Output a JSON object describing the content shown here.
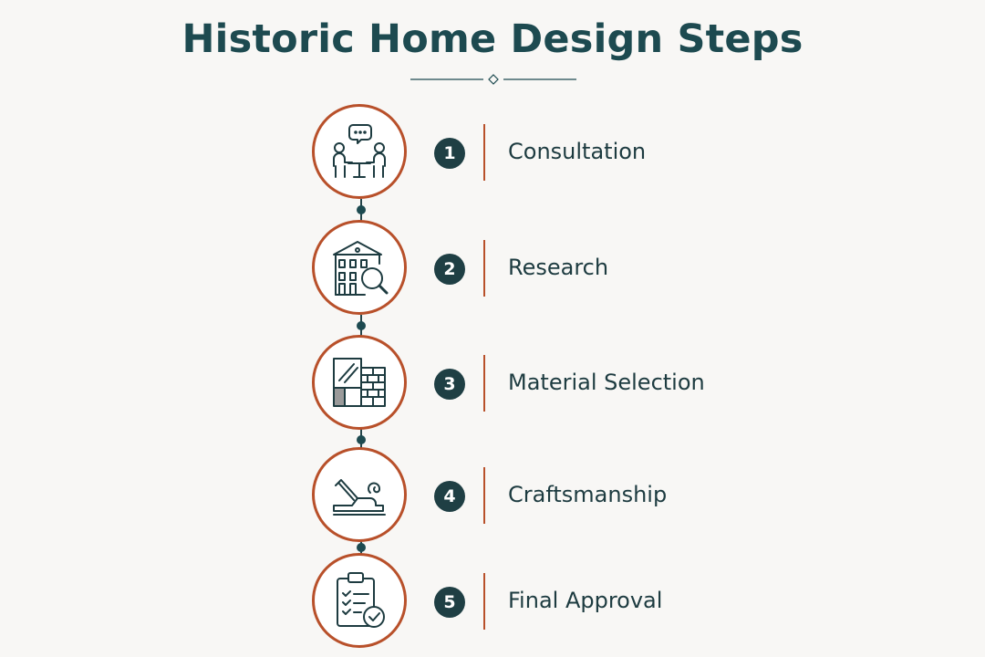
{
  "title": "Historic Home Design Steps",
  "colors": {
    "accent": "#b8502a",
    "dark": "#1d4a50",
    "background": "#f8f7f5"
  },
  "steps": [
    {
      "number": "1",
      "label": "Consultation",
      "icon": "consultation-meeting-icon"
    },
    {
      "number": "2",
      "label": "Research",
      "icon": "building-magnifier-icon"
    },
    {
      "number": "3",
      "label": "Material Selection",
      "icon": "materials-glass-brick-icon"
    },
    {
      "number": "4",
      "label": "Craftsmanship",
      "icon": "hand-plane-icon"
    },
    {
      "number": "5",
      "label": "Final Approval",
      "icon": "clipboard-check-icon"
    }
  ]
}
